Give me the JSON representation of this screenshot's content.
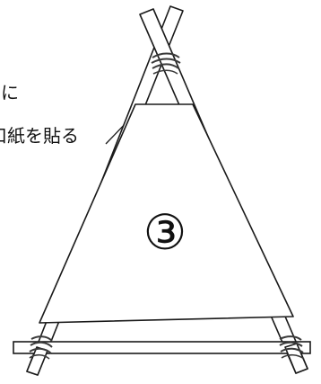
{
  "diagram": {
    "caption_line1": "に",
    "caption_line2": "口紙を貼る",
    "step_number": "③"
  },
  "colors": {
    "line": "#1a1a1a",
    "fill": "#ffffff",
    "binding": "#3a3a3a"
  }
}
